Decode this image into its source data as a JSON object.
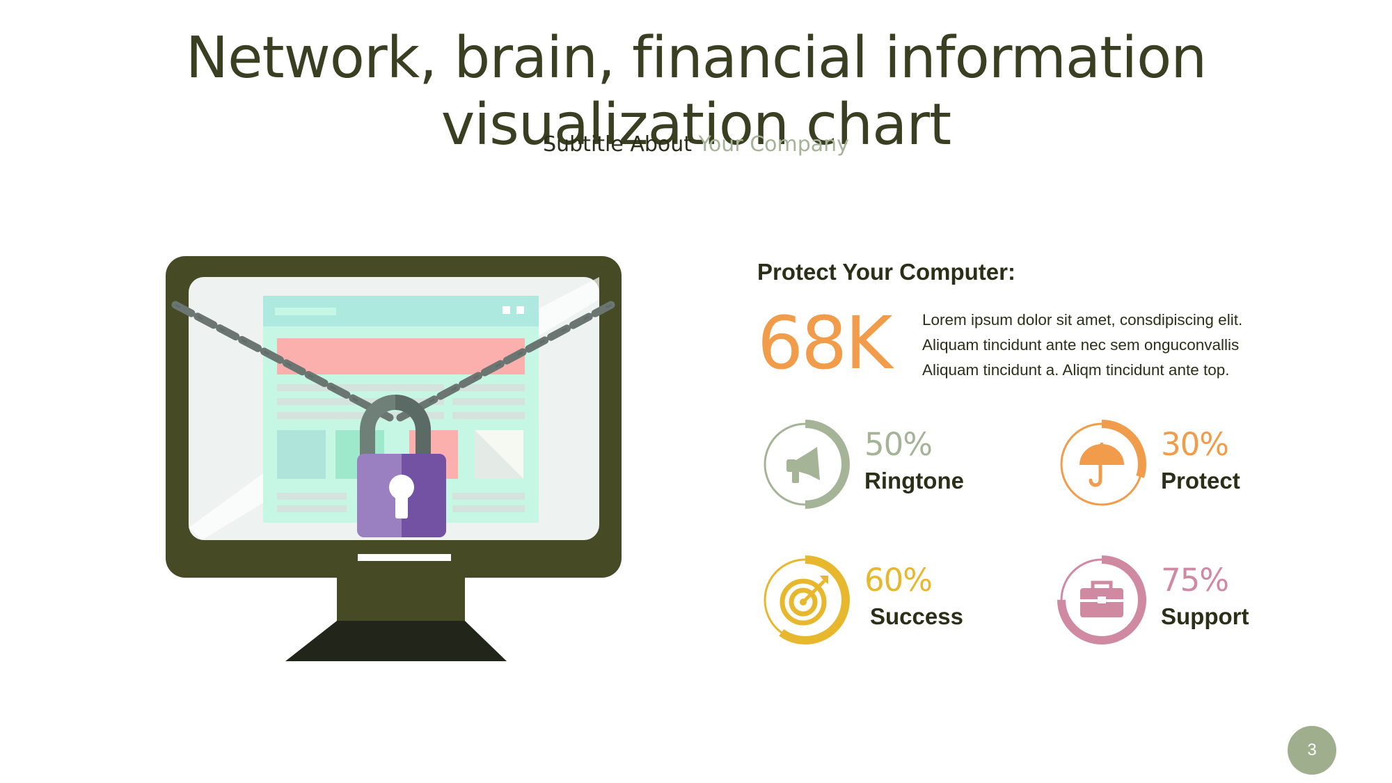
{
  "title": "Network, brain, financial information visualization chart",
  "subtitle": {
    "main": "Subtitle About ",
    "accent": "Your Company"
  },
  "heading": "Protect Your Computer:",
  "big_number": "68K",
  "description": [
    "Lorem ipsum dolor sit amet, consdipiscing elit.",
    "Aliquam tincidunt ante nec sem onguconvallis",
    "Aliquam tincidunt a. Aliqm tincidunt ante top."
  ],
  "stats": [
    {
      "percent": "50%",
      "label": "Ringtone",
      "value": 0.5,
      "color": "#a5b497",
      "icon": "megaphone-icon"
    },
    {
      "percent": "30%",
      "label": "Protect",
      "value": 0.3,
      "color": "#f09c4a",
      "icon": "umbrella-icon"
    },
    {
      "percent": "60%",
      "label": "Success",
      "value": 0.6,
      "color": "#e7b72d",
      "icon": "target-icon"
    },
    {
      "percent": "75%",
      "label": "Support",
      "value": 0.75,
      "color": "#cf8aa2",
      "icon": "briefcase-icon"
    }
  ],
  "colors": {
    "title": "#3a3f22",
    "monitor_frame": "#464b26",
    "monitor_base": "#22261a",
    "chain": "#6b7672",
    "lock": "#7a58a8",
    "accent_orange": "#f09c4a",
    "page_badge": "#9fae8c"
  },
  "page_number": "3"
}
